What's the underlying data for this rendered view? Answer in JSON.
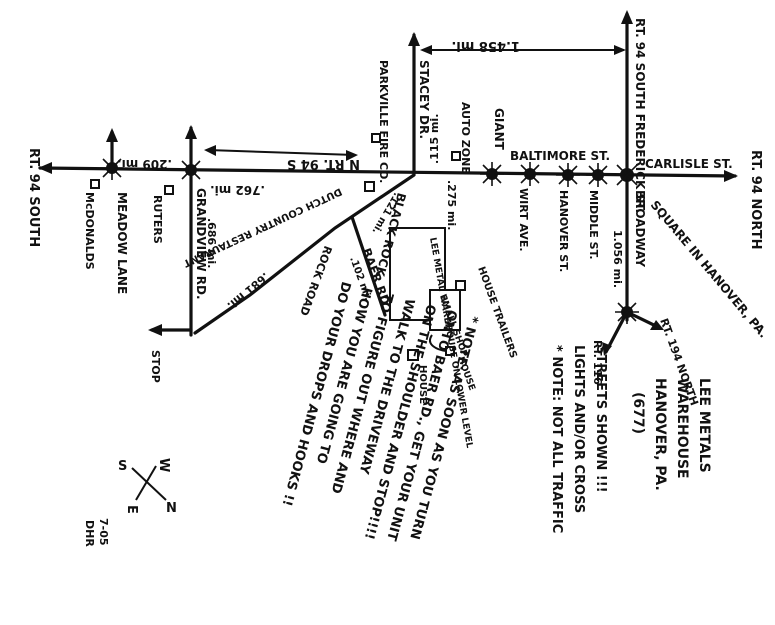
{
  "roads": {
    "rt94_south_end": "RT. 94 SOUTH",
    "rt94_north_end": "RT. 94 NORTH",
    "carlisle_st": "CARLISLE ST.",
    "frederick_st": "RT. 94 SOUTH FREDERICK ST.",
    "stacey_dr": "STACEY DR.",
    "baltimore_st": "BALTIMORE ST.",
    "broadway": "BROADWAY",
    "rt194": "RT. 194 NORTH",
    "rt116": "RT. 116",
    "grandview": "GRANDVIEW RD.",
    "meadow_lane": "MEADOW LANE",
    "rock_road": "ROCK ROAD",
    "black_rock": "BLACK ROCK",
    "baer_rd": "BAER RD",
    "wirt_ave": "WIRT AVE.",
    "hanover_st": "HANOVER ST.",
    "middle_st": "MIDDLE ST.",
    "rt94_mid": "N  RT. 94  S",
    "square": "SQUARE IN HANOVER, PA."
  },
  "distances": {
    "d1458": "1.458 mi.",
    "d209": ".209 mi.",
    "d762": ".762 mi.",
    "d115": ".115 mi.",
    "d275": ".275 mi.",
    "d121": ".121 mi.",
    "d686": ".686 mi.",
    "d681": ".681 mi.",
    "d102": ".102 mi.",
    "d1056": "1.056 mi."
  },
  "landmarks": {
    "parkville": "PARKVILLE FIRE CO.",
    "autozone": "AUTO ZONE",
    "giant": "GIANT",
    "dutch_country": "DUTCH COUNTRY RESTAURANT",
    "ruters": "RUTERS",
    "mcdonalds": "McDONALDS",
    "stop": "STOP",
    "lee_level": "LEE METAL WAREHOUSE ON LOWER LEVEL",
    "house_trailers": "HOUSE TRAILERS",
    "small_shop": "SMALL SHOP",
    "house1": "HOUSE",
    "house2": "HOUSE"
  },
  "notes": {
    "note1_l1": "* NOTE: NOT ALL TRAFFIC",
    "note1_l2": "LIGHTS AND/OR CROSS",
    "note1_l3": "STREETS SHOWN !!!",
    "note2_l1": "* NOTE: AS SOON AS YOU TURN",
    "note2_l2": "ONTO BAER RD., GET YOUR UNIT",
    "note2_l3": "ON THE SHOULDER AND STOP!!!!",
    "note2_l4": "WALK TO THE DRIVEWAY",
    "note2_l5": "TO FIGURE OUT WHERE AND",
    "note2_l6": "HOW YOU ARE GOING TO",
    "note2_l7": "DO YOUR DROPS AND HOOKS !!"
  },
  "title": {
    "l1": "LEE METALS",
    "l2": "WAREHOUSE",
    "l3": "HANOVER, PA.",
    "l4": "(677)"
  },
  "compass": {
    "s": "S",
    "w": "W",
    "e": "E",
    "n": "N"
  },
  "signature": {
    "date": "7-05",
    "initials": "DHR"
  }
}
